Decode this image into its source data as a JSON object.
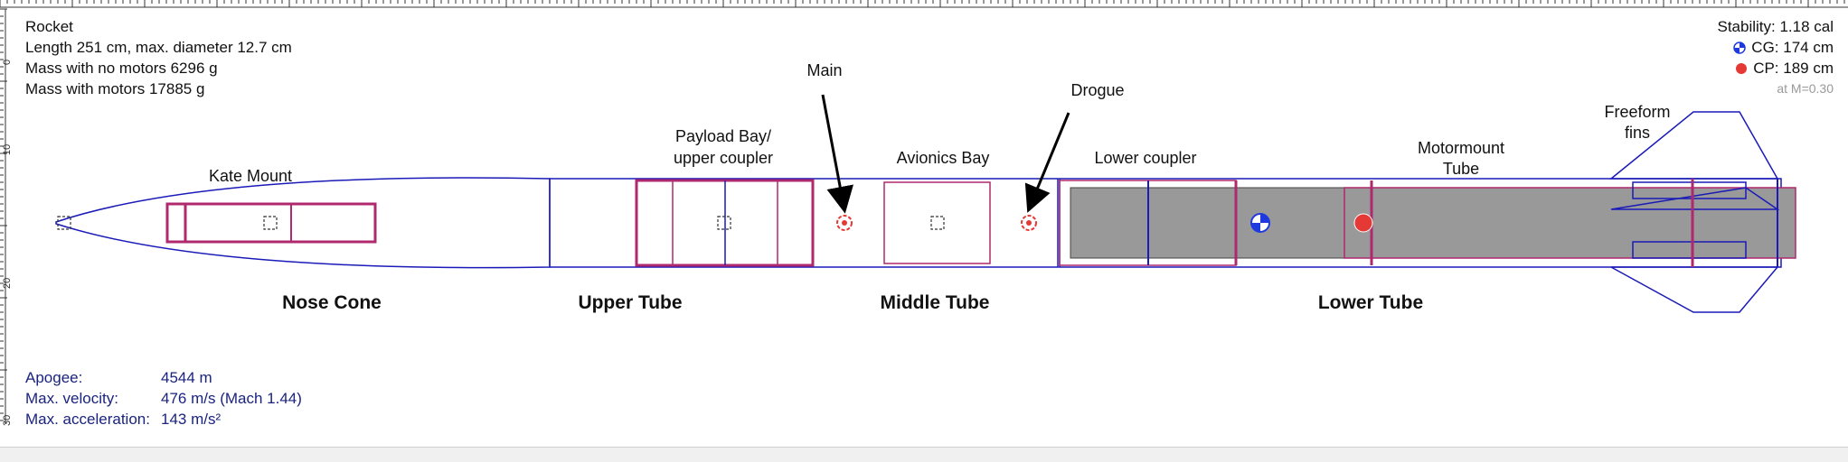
{
  "rocket": {
    "name": "Rocket",
    "length_line": "Length 251 cm, max. diameter 12.7 cm",
    "mass_no_motors": "Mass with no motors 6296 g",
    "mass_with_motors": "Mass with motors 17885 g"
  },
  "stability": {
    "label": "Stability: 1.18 cal",
    "cg": "CG: 174 cm",
    "cp": "CP: 189 cm",
    "mach": "at M=0.30",
    "cg_color": "#1e3adf",
    "cp_color": "#e53935"
  },
  "component_labels": {
    "kate_mount": "Kate Mount",
    "payload_bay_1": "Payload Bay/",
    "payload_bay_2": "upper coupler",
    "avionics_bay": "Avionics Bay",
    "lower_coupler": "Lower coupler",
    "motormount_1": "Motormount",
    "motormount_2": "Tube",
    "freeform_1": "Freeform",
    "freeform_2": "fins",
    "main": "Main",
    "drogue": "Drogue"
  },
  "section_labels": {
    "nose_cone": "Nose Cone",
    "upper_tube": "Upper Tube",
    "middle_tube": "Middle Tube",
    "lower_tube": "Lower Tube"
  },
  "flight": {
    "apogee_label": "Apogee:",
    "apogee_value": "4544 m",
    "velocity_label": "Max. velocity:",
    "velocity_value": "476 m/s  (Mach 1.44)",
    "accel_label": "Max. acceleration:",
    "accel_value": "143 m/s²"
  },
  "ruler_labels": [
    "0",
    "10",
    "20",
    "30"
  ],
  "colors": {
    "body_outline": "#1a1ab8",
    "internal": "#b0286e",
    "motor_fill": "#999999"
  }
}
